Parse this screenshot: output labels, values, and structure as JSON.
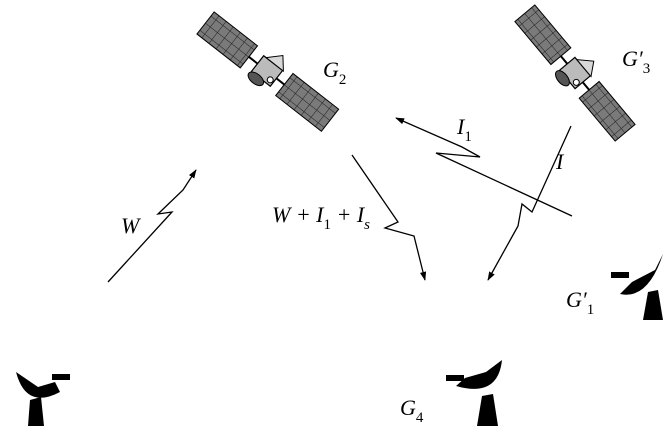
{
  "labels": {
    "g2": "G",
    "g2_sub": "2",
    "g3": "G′",
    "g3_sub": "3",
    "g1": "G′",
    "g1_sub": "1",
    "g4": "G",
    "g4_sub": "4",
    "w_uplink": "W",
    "i1": "I",
    "i1_sub": "1",
    "i": "I",
    "combined_a": "W + I",
    "combined_sub1": "1",
    "combined_b": " + I",
    "combined_sub2": "s"
  },
  "colors": {
    "ink": "#000000",
    "panel": "#777777",
    "panel_grid": "#222222",
    "bus": "#bbbbbb"
  }
}
